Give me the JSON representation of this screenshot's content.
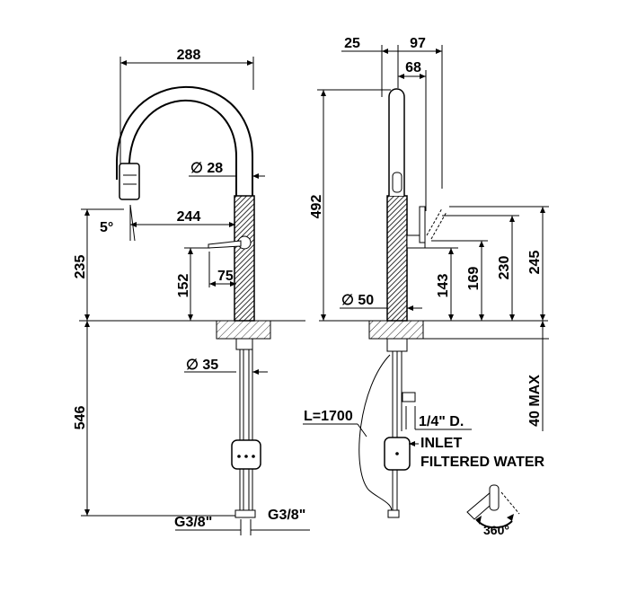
{
  "front_view": {
    "width_top": "288",
    "spout_diameter": "∅ 28",
    "reach": "244",
    "angle": "5°",
    "height_total": "235",
    "lever_height": "152",
    "lever_offset": "75",
    "body_diameter": "∅ 35",
    "below_deck": "546",
    "conn_left": "G3/8\"",
    "conn_right": "G3/8\""
  },
  "side_view": {
    "offset_25": "25",
    "offset_97": "97",
    "offset_68": "68",
    "height_492": "492",
    "base_diameter": "∅ 50",
    "h_143": "143",
    "h_169": "169",
    "h_230": "230",
    "h_245": "245",
    "deck_max": "40 MAX",
    "hose_length": "L=1700",
    "inlet_size": "1/4\" D.",
    "inlet_label": "INLET",
    "inlet_desc": "FILTERED WATER",
    "rotation": "360°"
  }
}
